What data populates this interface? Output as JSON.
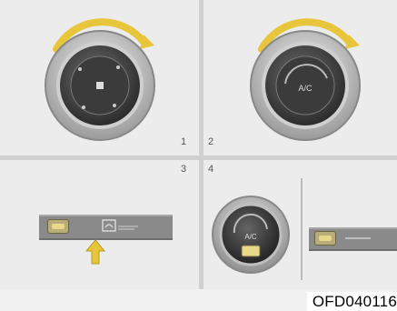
{
  "steps": [
    "1",
    "2",
    "3",
    "4"
  ],
  "dial_labels": {
    "knob2": "A/C",
    "knob4": "A/C"
  },
  "caption": "OFD040116",
  "colors": {
    "highlight": "#e7c63b",
    "background": "#ececec",
    "separator": "#d0d0d0"
  },
  "icons": {
    "knob": "rotary-dial",
    "arrow": "pointer-arrow-up",
    "recirc": "air-recirculation-icon"
  }
}
